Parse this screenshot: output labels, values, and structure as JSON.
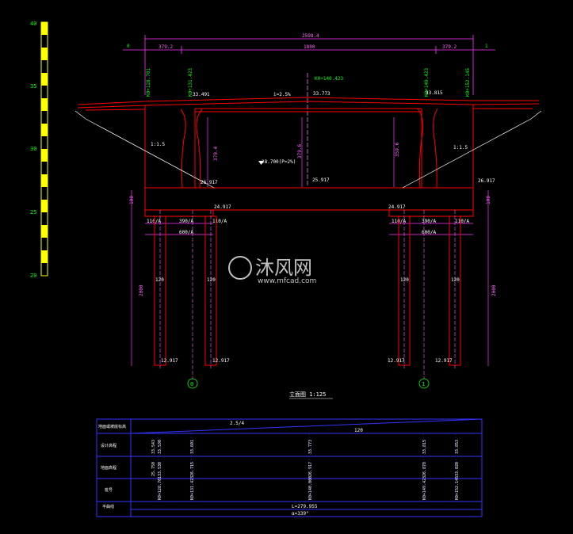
{
  "scale_ruler": {
    "labels": [
      "40",
      "35",
      "30",
      "25",
      "20"
    ],
    "color_yellow": "#ffff00",
    "color_label": "#00ff00"
  },
  "dimensions": {
    "overall_width": "2598.4",
    "left_span": "379.2",
    "center_span": "1800",
    "right_span": "379.2",
    "beam_depth_left": "379.4",
    "beam_depth_center": "379.6",
    "beam_depth_right": "359.6",
    "cap_height_left": "100",
    "cap_height_right": "100",
    "pile_length_left": "2000",
    "pile_length_right": "2000",
    "pier_spacing_left": "390/A",
    "pier_spacing_right": "390/A",
    "cap_width_left": "600/A",
    "cap_width_right": "600/A",
    "pile_side_left_a": "110/A",
    "pile_side_left_b": "110/A",
    "pile_side_right_a": "110/A",
    "pile_side_right_b": "110/A",
    "pile_dia_left_a": "120",
    "pile_dia_left_b": "120",
    "pile_dia_right_a": "120",
    "pile_dia_right_b": "120"
  },
  "elevations": {
    "deck_left": "33.491",
    "deck_center": "33.773",
    "deck_right": "33.815",
    "slope": "i=2.5%",
    "beam_bottom_left": "26.917",
    "beam_bottom_center": "25.917",
    "beam_bottom_right": "26.917",
    "cap_top_left": "24.917",
    "cap_top_right": "24.917",
    "pile_tip_left_a": "12.917",
    "pile_tip_left_b": "12.917",
    "pile_tip_right_a": "12.917",
    "pile_tip_right_b": "12.917",
    "water_level": "28.700(P=2%)",
    "side_slope_left": "1:1.5",
    "side_slope_right": "1:1.5"
  },
  "stations": {
    "left_end": "K0+128.701",
    "left_abut": "K0+131.423",
    "right_abut": "K0+149.423",
    "right_end": "K0+152.145",
    "center": "K0+140.423"
  },
  "axis_markers": {
    "left": "0",
    "right": "1"
  },
  "drawing_title": "立面图 1:125",
  "watermark": {
    "brand": "沐风网",
    "url": "www.mfcad.com"
  },
  "table": {
    "row_labels": [
      "地面或坡底标高",
      "设计高程",
      "地面高程",
      "桩号",
      "平曲线"
    ],
    "slope_top": "2.5/4",
    "slope_bottom": "120",
    "design_elev": [
      "33.543",
      "33.530",
      "33.601",
      "33.773",
      "33.815",
      "33.853"
    ],
    "ground_elev": [
      "25.750",
      "33.530",
      "26.715",
      "26.917",
      "26.878",
      "33.020"
    ],
    "station_vals": [
      "K0+128.701",
      "K0+131.423",
      "K0+140.000",
      "K0+149.423",
      "K0+152.145"
    ],
    "curve_top": "L=279.955",
    "curve_bottom": "α=339°"
  },
  "colors": {
    "structure": "#ff0000",
    "dim": "#ff33ff",
    "text_green": "#00ff00",
    "text_white": "#ffffff",
    "table": "#3333ff",
    "center_line": "#ff66ff"
  }
}
